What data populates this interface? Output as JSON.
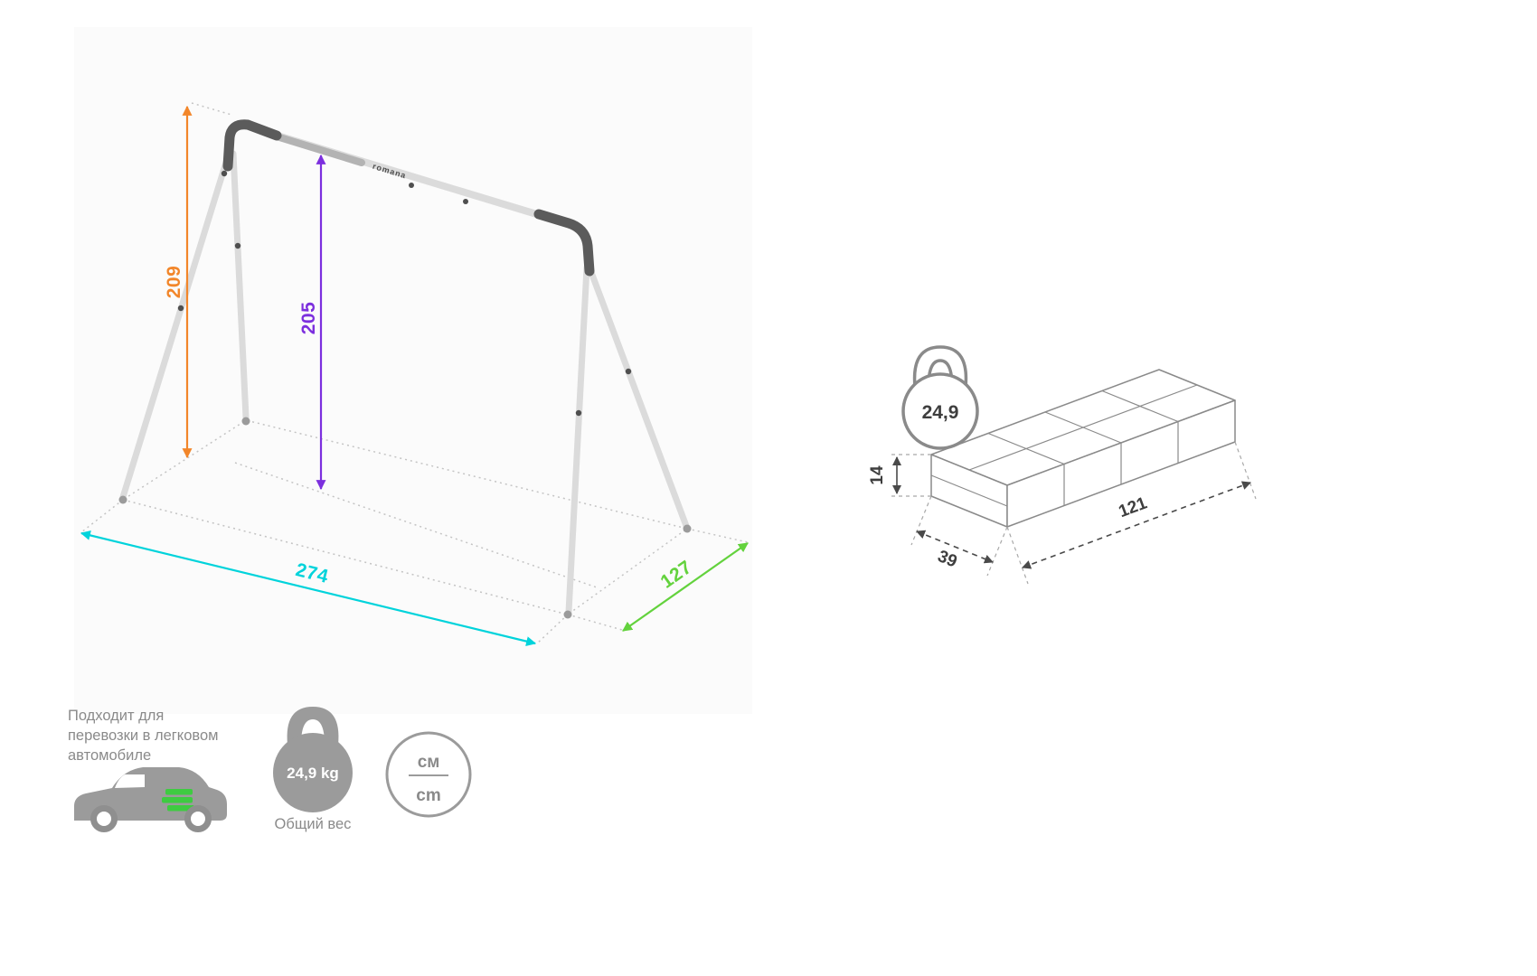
{
  "colors": {
    "orange": "#F2862A",
    "purple": "#7C2FDE",
    "cyan": "#00D3DB",
    "green": "#63D23D",
    "ink": "#3E3E3E",
    "gray": "#8A8A8A",
    "icongray": "#9B9B9B",
    "framelight": "#DBDBDB",
    "framedark": "#5B5B5B",
    "guide": "#C4C4C4",
    "boxgreen": "#3ECB41",
    "dimdark": "#4A4A4A"
  },
  "swing": {
    "height_total": "209",
    "bar_height": "205",
    "width": "274",
    "depth": "127",
    "brand": "romana"
  },
  "package": {
    "weight": "24,9",
    "length": "121",
    "width": "39",
    "height": "14"
  },
  "footer": {
    "note_lines": [
      "Подходит для",
      "перевозки в легковом",
      "автомобиле"
    ],
    "total_weight": "24,9 kg",
    "total_weight_caption": "Общий вес",
    "unit_ru": "см",
    "unit_en": "cm"
  }
}
